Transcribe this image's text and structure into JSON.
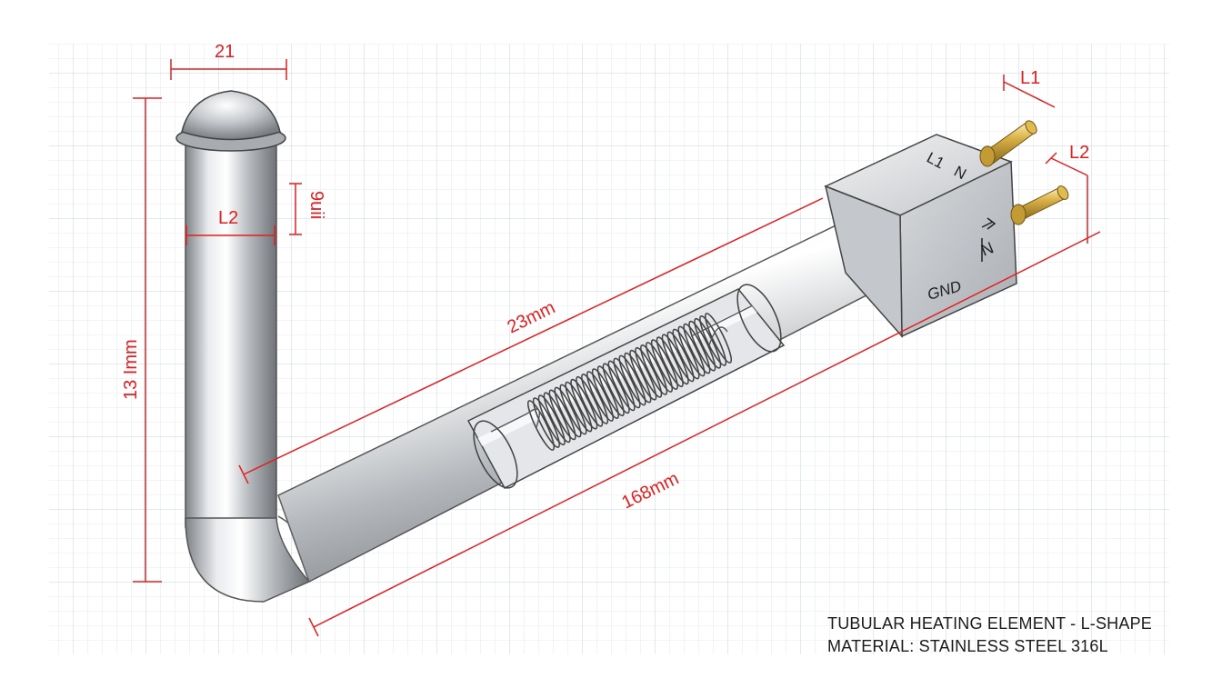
{
  "dimensions": {
    "top_width": "21",
    "vertical_length": "13 Imm",
    "tube_diameter": "L2",
    "upper_offset": "9uii",
    "diagonal_upper": "23mm",
    "diagonal_lower": "168mm",
    "terminal_l1": "L1",
    "terminal_l2": "L2"
  },
  "terminal_box": {
    "top_labels": [
      "L1",
      "N"
    ],
    "side_label_n": "N",
    "ground_label": "GND"
  },
  "title_block": {
    "line1": "TUBULAR HEATING ELEMENT - L-SHAPE",
    "line2": "MATERIAL: STAINLESS STEEL 316L"
  },
  "colors": {
    "dimension": "#e02020",
    "grid": "#c9d6e6",
    "brass": "#c9a23a",
    "steel": "#b9bcc0"
  }
}
